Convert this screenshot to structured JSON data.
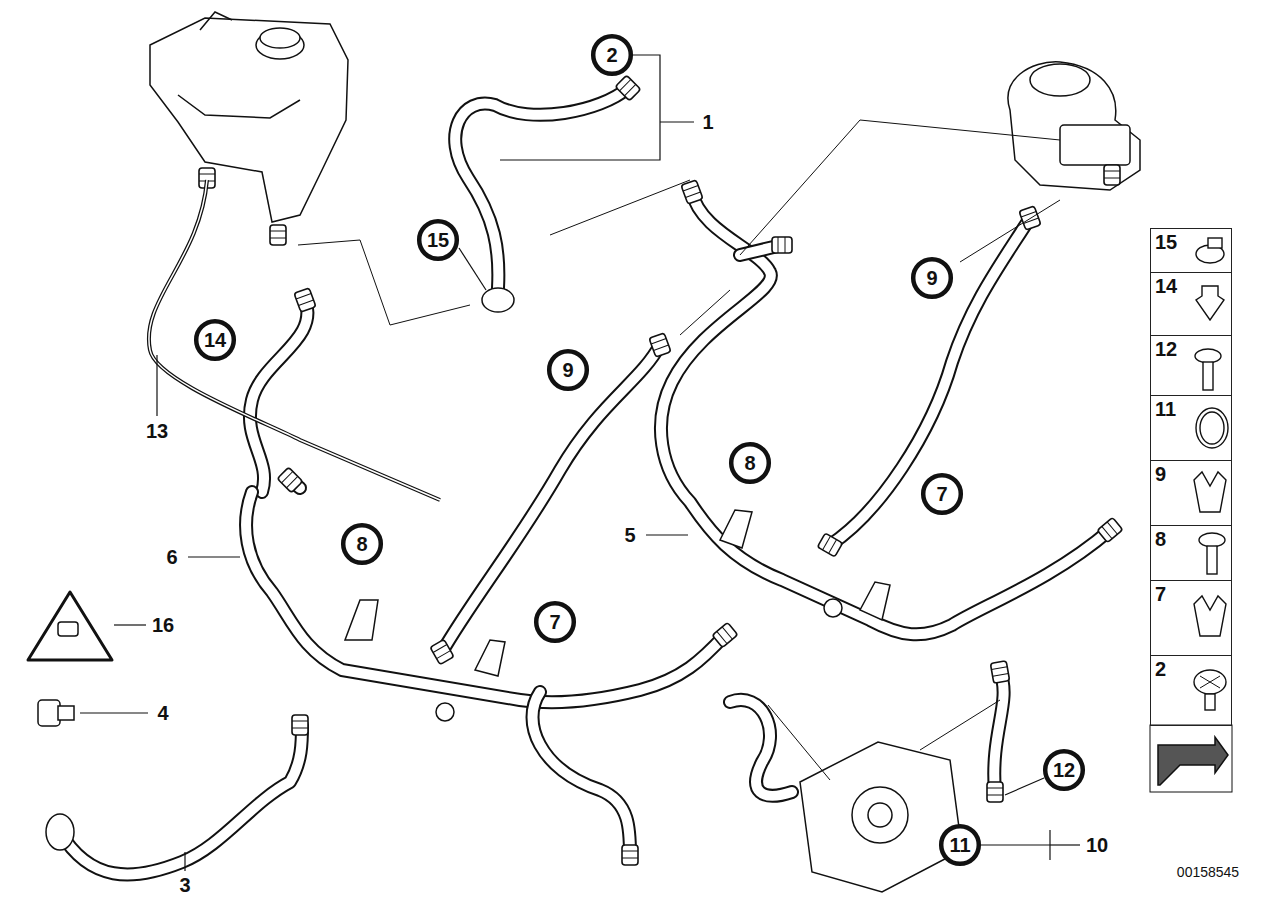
{
  "diagram": {
    "nodes": [
      {
        "text": [
          "2"
        ]
      },
      {
        "text": [
          "15"
        ]
      },
      {
        "text": [
          "9"
        ]
      },
      {
        "text": [
          "14"
        ]
      },
      {
        "text": [
          "9"
        ]
      },
      {
        "text": [
          "8"
        ]
      },
      {
        "text": [
          "7"
        ]
      },
      {
        "text": [
          "8"
        ]
      },
      {
        "text": [
          "7"
        ]
      },
      {
        "text": [
          "12"
        ]
      },
      {
        "text": [
          "11"
        ]
      },
      {
        "text": [
          "15"
        ]
      },
      {
        "text": [
          "14"
        ]
      },
      {
        "text": [
          "12"
        ]
      },
      {
        "text": [
          "11"
        ]
      },
      {
        "text": [
          "9"
        ]
      },
      {
        "text": [
          "8"
        ]
      },
      {
        "text": [
          "7"
        ]
      },
      {
        "text": [
          "2"
        ]
      }
    ],
    "labels": [
      "1",
      "13",
      "6",
      "5",
      "16",
      "4",
      "3",
      "10",
      "00158545"
    ]
  }
}
